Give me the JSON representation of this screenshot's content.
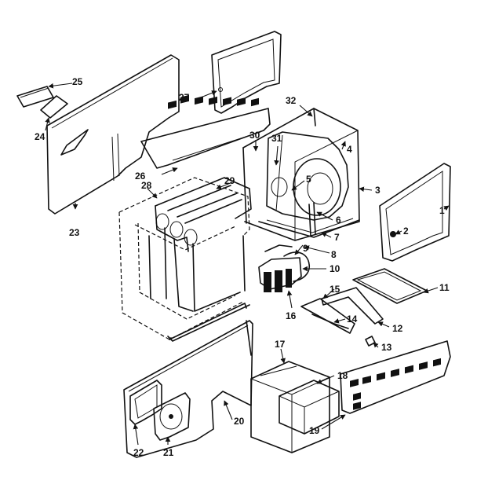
{
  "labels": {
    "p1": "1",
    "p2": "2",
    "p3": "3",
    "p4": "4",
    "p5": "5",
    "p6": "6",
    "p7": "7",
    "p8": "8",
    "p9": "9",
    "p10": "10",
    "p11": "11",
    "p12": "12",
    "p13": "13",
    "p14": "14",
    "p15": "15",
    "p16": "16",
    "p17": "17",
    "p18": "18",
    "p19": "19",
    "p20": "20",
    "p21": "21",
    "p22": "22",
    "p23": "23",
    "p24": "24",
    "p25": "25",
    "p26": "26",
    "p27": "27",
    "p28": "28",
    "p29": "29",
    "p30": "30",
    "p31": "31",
    "p32": "32"
  }
}
